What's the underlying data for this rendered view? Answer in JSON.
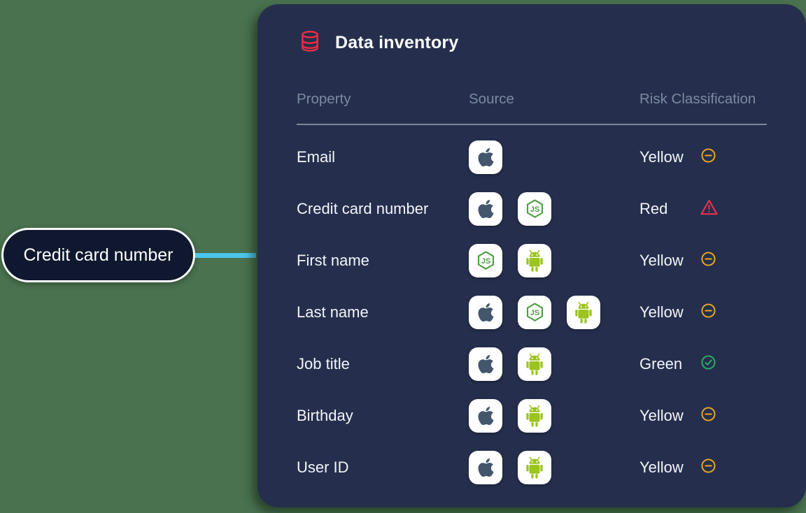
{
  "callout": {
    "label": "Credit card number"
  },
  "panel": {
    "title": "Data inventory",
    "columns": [
      "Property",
      "Source",
      "Risk Classification"
    ],
    "rows": [
      {
        "property": "Email",
        "sources": [
          "apple"
        ],
        "risk": "Yellow",
        "risk_level": "yellow"
      },
      {
        "property": "Credit card number",
        "sources": [
          "apple",
          "nodejs"
        ],
        "risk": "Red",
        "risk_level": "red"
      },
      {
        "property": "First name",
        "sources": [
          "nodejs",
          "android"
        ],
        "risk": "Yellow",
        "risk_level": "yellow"
      },
      {
        "property": "Last name",
        "sources": [
          "apple",
          "nodejs",
          "android"
        ],
        "risk": "Yellow",
        "risk_level": "yellow"
      },
      {
        "property": "Job title",
        "sources": [
          "apple",
          "android"
        ],
        "risk": "Green",
        "risk_level": "green"
      },
      {
        "property": "Birthday",
        "sources": [
          "apple",
          "android"
        ],
        "risk": "Yellow",
        "risk_level": "yellow"
      },
      {
        "property": "User ID",
        "sources": [
          "apple",
          "android"
        ],
        "risk": "Yellow",
        "risk_level": "yellow"
      }
    ]
  },
  "icons": {
    "header": "database-icon",
    "sources": {
      "apple": "apple-icon",
      "nodejs": "nodejs-icon",
      "android": "android-icon"
    },
    "risk": {
      "yellow": "minus-circle-icon",
      "red": "warning-triangle-icon",
      "green": "check-circle-icon"
    }
  },
  "colors": {
    "background_green": "#4a724f",
    "panel_navy": "#252f4d",
    "callout_fill": "#0f182e",
    "callout_border": "#ffffff",
    "connector_cyan": "#4cc5ec",
    "text_white": "#f3f5f9",
    "column_header_gray": "#7d89a0",
    "database_icon_red": "#ee2b44",
    "apple_slate": "#44566c",
    "nodejs_green": "#4f9e43",
    "android_green": "#9bc41e",
    "risk_yellow": "#eaa71f",
    "risk_red": "#e8304d",
    "risk_green": "#2bae5c"
  }
}
